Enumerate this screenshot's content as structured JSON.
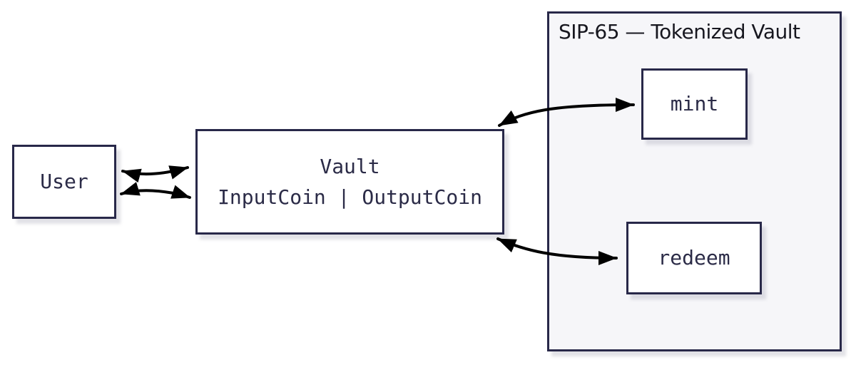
{
  "diagram": {
    "group": {
      "title": "SIP-65 — Tokenized Vault"
    },
    "nodes": {
      "user": {
        "label": "User"
      },
      "vault": {
        "title": "Vault",
        "subtitle": "InputCoin | OutputCoin"
      },
      "mint": {
        "label": "mint"
      },
      "redeem": {
        "label": "redeem"
      }
    },
    "edges": [
      {
        "from": "User",
        "to": "Vault",
        "direction": "bidirectional",
        "lane": "top"
      },
      {
        "from": "User",
        "to": "Vault",
        "direction": "bidirectional",
        "lane": "bottom"
      },
      {
        "from": "Vault",
        "to": "mint",
        "direction": "bidirectional"
      },
      {
        "from": "Vault",
        "to": "redeem",
        "direction": "bidirectional"
      }
    ],
    "colors": {
      "background": "#ffffff",
      "border": "#282849",
      "node_fill": "#ffffff",
      "container_fill": "#f6f6f9",
      "node_text": "#2b2b47",
      "title_text": "#17171f",
      "arrow": "#000000"
    }
  }
}
